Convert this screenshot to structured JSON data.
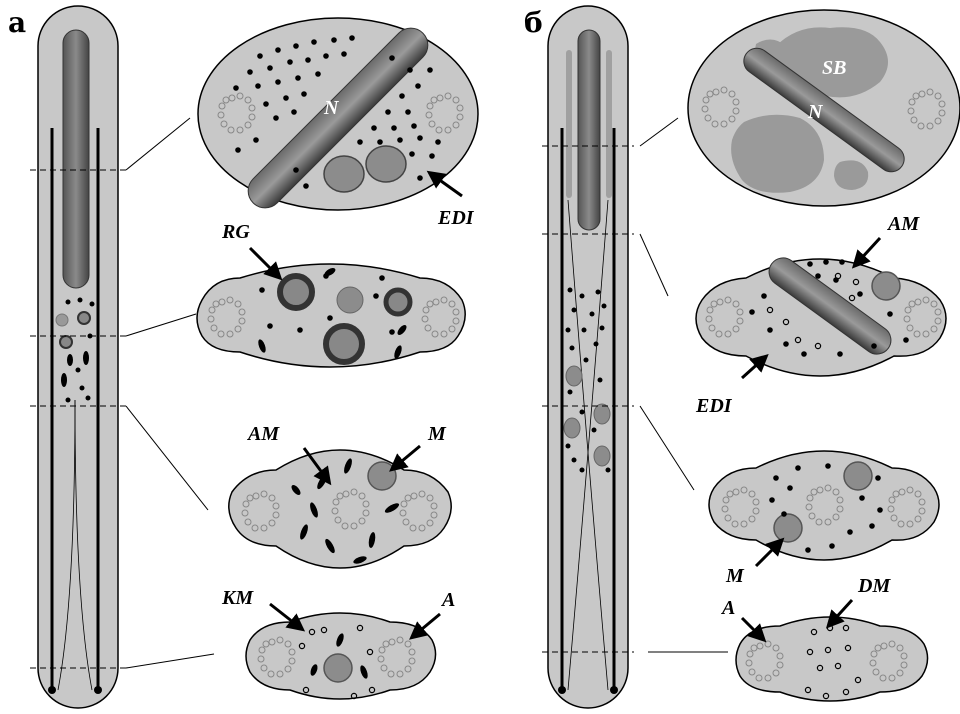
{
  "panels": {
    "a": {
      "label": "а"
    },
    "b": {
      "label": "б"
    }
  },
  "labels": {
    "n": "N",
    "edi": "EDI",
    "rg": "RG",
    "am": "AM",
    "m": "M",
    "km": "KM",
    "a": "A",
    "sb": "SB",
    "dm": "DM"
  },
  "colors": {
    "cell_fill": "#c8c8c8",
    "nucleus_dark": "#3c3c3c",
    "mito_fill": "#8c8c8c",
    "sperm_body_fill": "#9a9a9a",
    "line": "#000000"
  }
}
